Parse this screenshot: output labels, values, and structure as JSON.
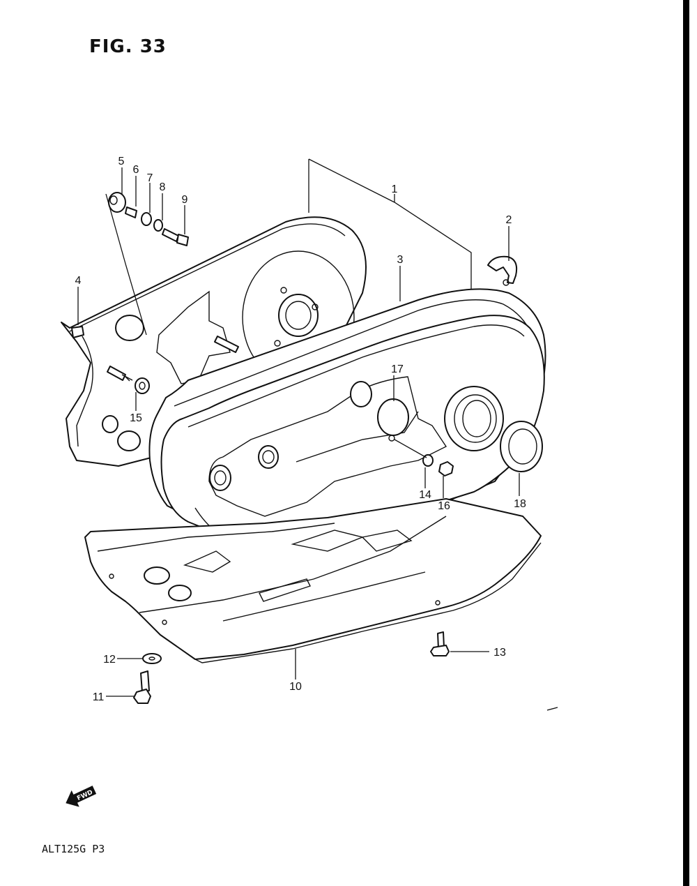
{
  "figure": {
    "title": "FIG. 33"
  },
  "model_code": "ALT125G P3",
  "fwd_label": "FWD",
  "callouts": {
    "c1": "1",
    "c2": "2",
    "c3": "3",
    "c4": "4",
    "c5": "5",
    "c6": "6",
    "c7": "7",
    "c8": "8",
    "c9": "9",
    "c10": "10",
    "c11": "11",
    "c12": "12",
    "c13": "13",
    "c14": "14",
    "c15": "15",
    "c16": "16",
    "c17": "17",
    "c18": "18"
  }
}
